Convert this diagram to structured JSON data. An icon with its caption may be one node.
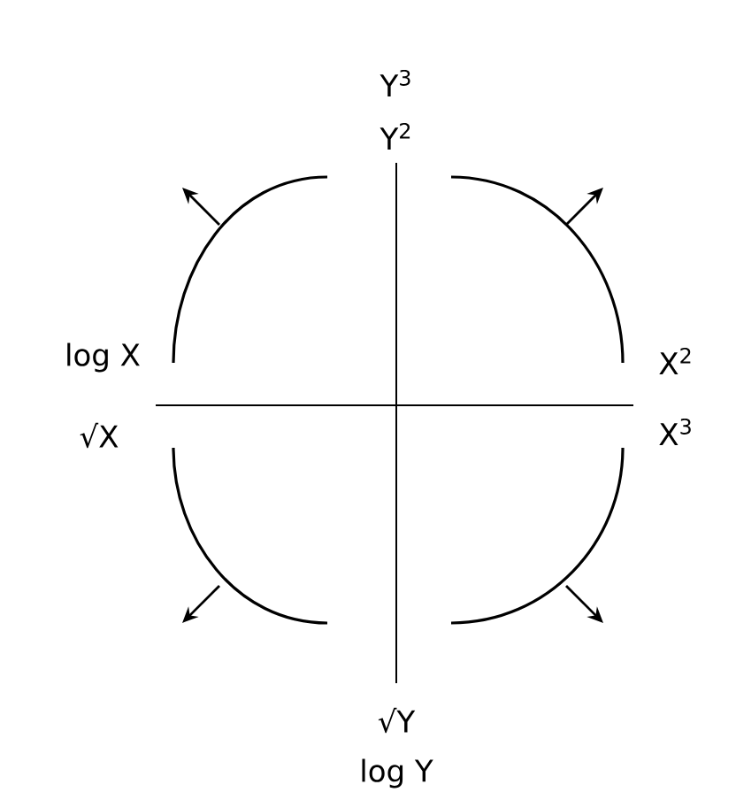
{
  "diagram": {
    "labels": [
      "Y$^{3}$",
      "Y$^{2}$",
      "log X",
      "√X",
      "X$^{2}$",
      "X$^{3}$",
      "√Y",
      "log Y"
    ]
  }
}
